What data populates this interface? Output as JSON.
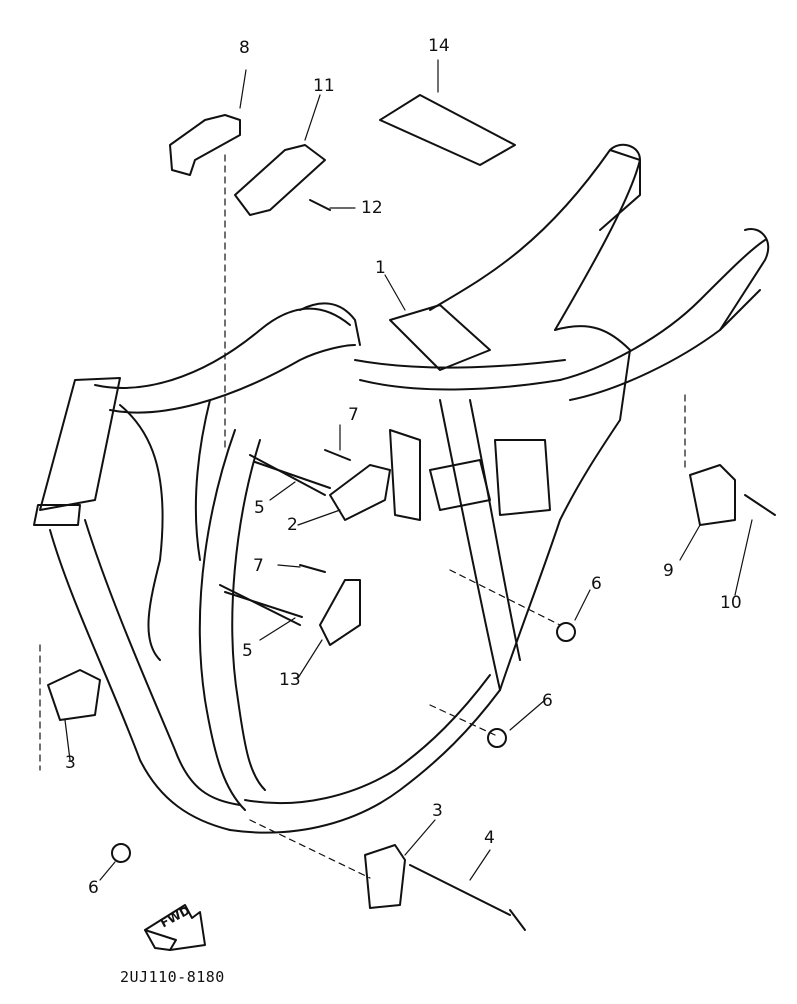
{
  "diagram": {
    "callouts": [
      {
        "id": "c1",
        "text": "1"
      },
      {
        "id": "c2",
        "text": "2"
      },
      {
        "id": "c3a",
        "text": "3"
      },
      {
        "id": "c3b",
        "text": "3"
      },
      {
        "id": "c4",
        "text": "4"
      },
      {
        "id": "c5a",
        "text": "5"
      },
      {
        "id": "c5b",
        "text": "5"
      },
      {
        "id": "c6a",
        "text": "6"
      },
      {
        "id": "c6b",
        "text": "6"
      },
      {
        "id": "c6c",
        "text": "6"
      },
      {
        "id": "c7a",
        "text": "7"
      },
      {
        "id": "c7b",
        "text": "7"
      },
      {
        "id": "c8",
        "text": "8"
      },
      {
        "id": "c9",
        "text": "9"
      },
      {
        "id": "c10",
        "text": "10"
      },
      {
        "id": "c11",
        "text": "11"
      },
      {
        "id": "c12",
        "text": "12"
      },
      {
        "id": "c13",
        "text": "13"
      },
      {
        "id": "c14",
        "text": "14"
      }
    ],
    "direction_label": "FWD",
    "drawing_code": "2UJ110-8180"
  }
}
